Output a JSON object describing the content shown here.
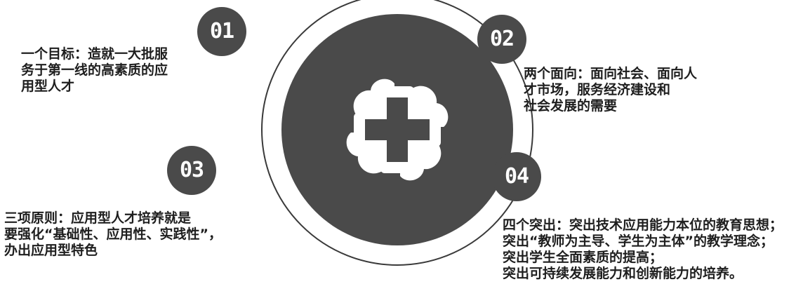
{
  "colors": {
    "dark": "#4a4a4a",
    "ring": "#3a3a3a",
    "text": "#1e1e1e"
  },
  "center": {
    "icon": "cross-flower-icon"
  },
  "items": [
    {
      "number": "01",
      "lines": [
        "一个目标：造就一大批服",
        "务于第一线的高素质的应",
        "用型人才"
      ]
    },
    {
      "number": "02",
      "lines": [
        "两个面向：面向社会、面向人",
        "才市场，服务经济建设和",
        "社会发展的需要"
      ]
    },
    {
      "number": "03",
      "lines": [
        "三项原则：应用型人才培养就是",
        "要强化“基础性、应用性、实践性”，",
        "办出应用型特色"
      ]
    },
    {
      "number": "04",
      "lines": [
        "四个突出：突出技术应用能力本位的教育思想；",
        "突出“教师为主导、学生为主体”的教学理念；",
        "突出学生全面素质的提高；",
        "突出可持续发展能力和创新能力的培养。"
      ]
    }
  ]
}
